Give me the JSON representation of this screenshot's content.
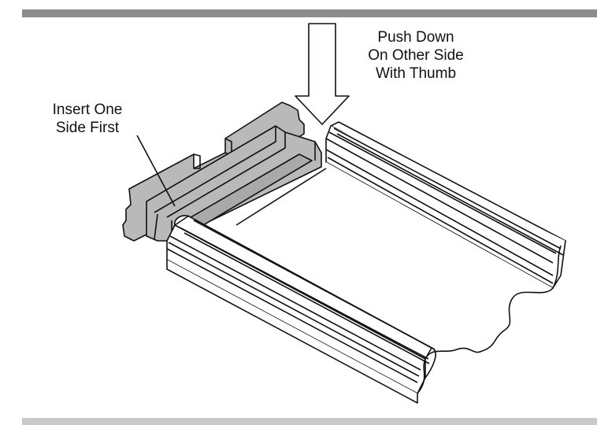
{
  "labels": {
    "push": [
      "Push Down",
      "On Other Side",
      "With Thumb"
    ],
    "insert": [
      "Insert One",
      "Side First"
    ]
  },
  "colors": {
    "rule_top": "#8c8c8c",
    "rule_bottom": "#c9c9c9",
    "part_fill": "#b9b9b9",
    "line": "#111111"
  }
}
